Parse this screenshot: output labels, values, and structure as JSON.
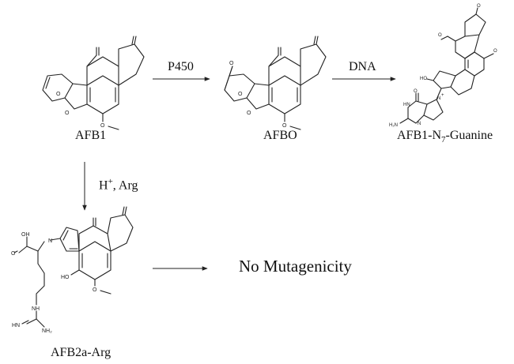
{
  "diagram": {
    "compounds": {
      "afb1": {
        "name": "AFB1"
      },
      "afbo": {
        "name": "AFBO"
      },
      "adduct": {
        "name_prefix": "AFB1-N",
        "name_sub": "7",
        "name_suffix": "-Guanine"
      },
      "afb2a_arg": {
        "name": "AFB2a-Arg"
      }
    },
    "reactions": {
      "p450": {
        "label": "P450"
      },
      "dna": {
        "label": "DNA"
      },
      "acid": {
        "label_prefix": "H",
        "label_sup": "+",
        "label_suffix": ", Arg"
      }
    },
    "outcome": {
      "text": "No Mutagenicity"
    },
    "atoms": {
      "o": "O",
      "oh": "OH",
      "ho": "HO",
      "n": "N",
      "nplus": "N",
      "nplus_charge": "+",
      "nh": "NH",
      "hn": "HN",
      "h2n": "H₂N",
      "nh2": "NH₂"
    }
  }
}
